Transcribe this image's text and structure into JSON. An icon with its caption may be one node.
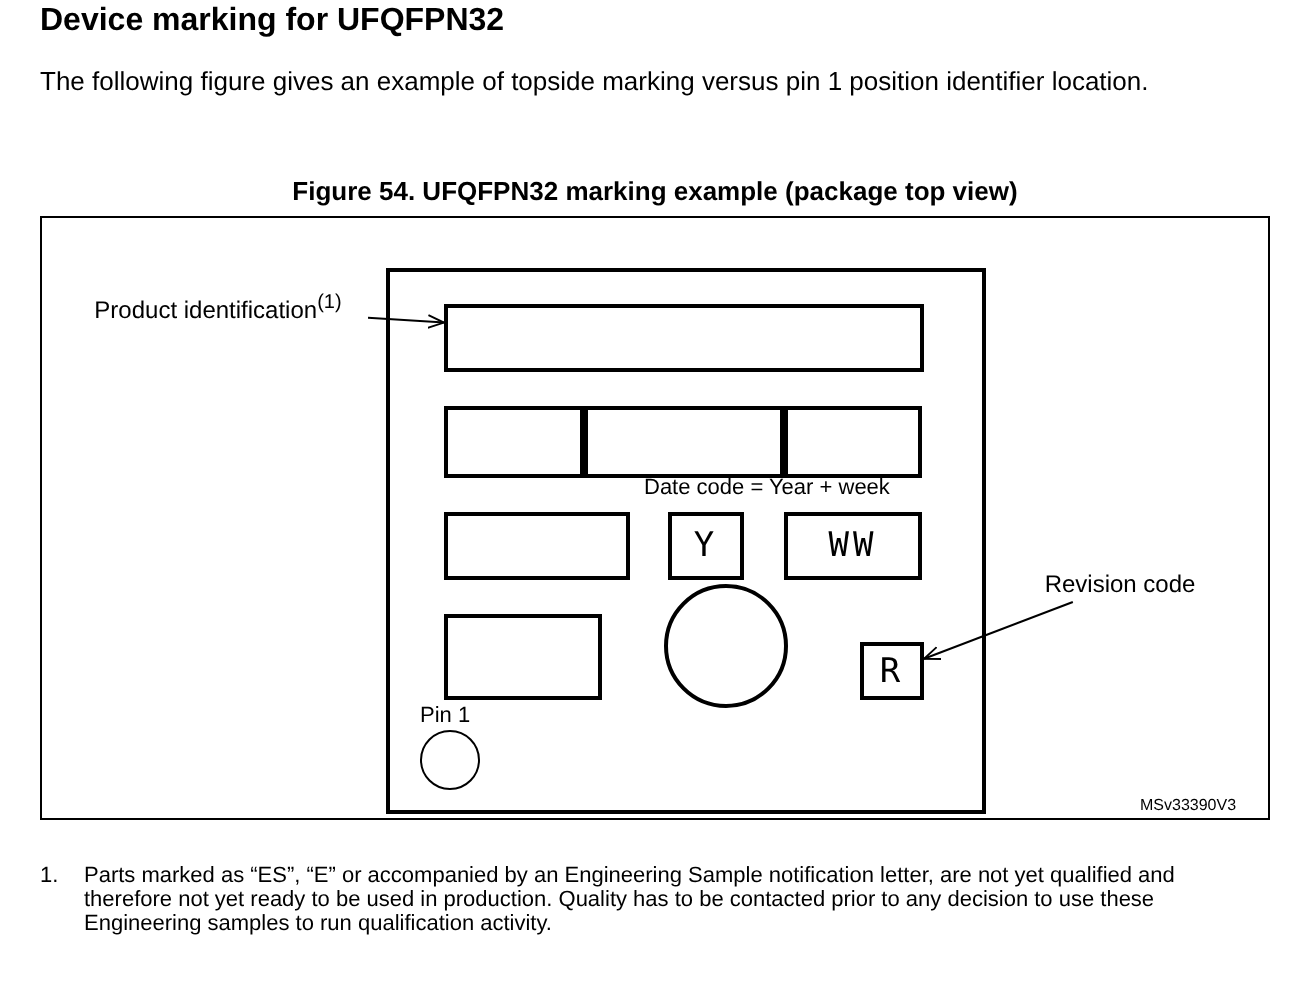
{
  "diagram": {
    "title": "Figure 54. UFQFPN32 marking example (package top view)",
    "nodes": [
      {
        "text": [],
        "shape": "box"
      },
      {
        "text": [
          "Product identification$^{(1)}$"
        ]
      },
      {
        "text": [],
        "shape": "box",
        "in": 0
      },
      {
        "text": [],
        "shape": "box",
        "in": 0
      },
      {
        "text": [],
        "shape": "box",
        "in": 0
      },
      {
        "text": [],
        "shape": "box",
        "in": 0
      },
      {
        "text": [],
        "shape": "box",
        "in": 0
      },
      {
        "text": [
          "Y"
        ],
        "in": 0
      },
      {
        "text": [
          "WW"
        ],
        "in": 0
      },
      {
        "text": [],
        "shape": "box",
        "in": 0
      },
      {
        "text": [],
        "shape": "circle",
        "in": 0
      },
      {
        "text": [
          "R"
        ],
        "in": 0
      },
      {
        "text": [
          "Revision code"
        ]
      },
      {
        "text": [],
        "shape": "circle",
        "in": 0
      }
    ],
    "edges": [
      {
        "from": 1,
        "to": 2,
        "arrow": "to"
      },
      {
        "from": 12,
        "to": 11,
        "arrow": "to"
      }
    ],
    "labels": [
      "Device marking for UFQFPN32",
      "The following figure gives an example of topside marking versus pin 1 position identifier location.",
      "Date code = Year + week",
      "Pin 1",
      "MSv33390V3",
      "1.",
      "Parts marked as “ES”, “E” or accompanied by an Engineering Sample notification letter, are not yet qualified and therefore not yet ready to be used in production. Quality has to be contacted prior to any decision to use these Engineering samples to run qualification activity."
    ]
  }
}
